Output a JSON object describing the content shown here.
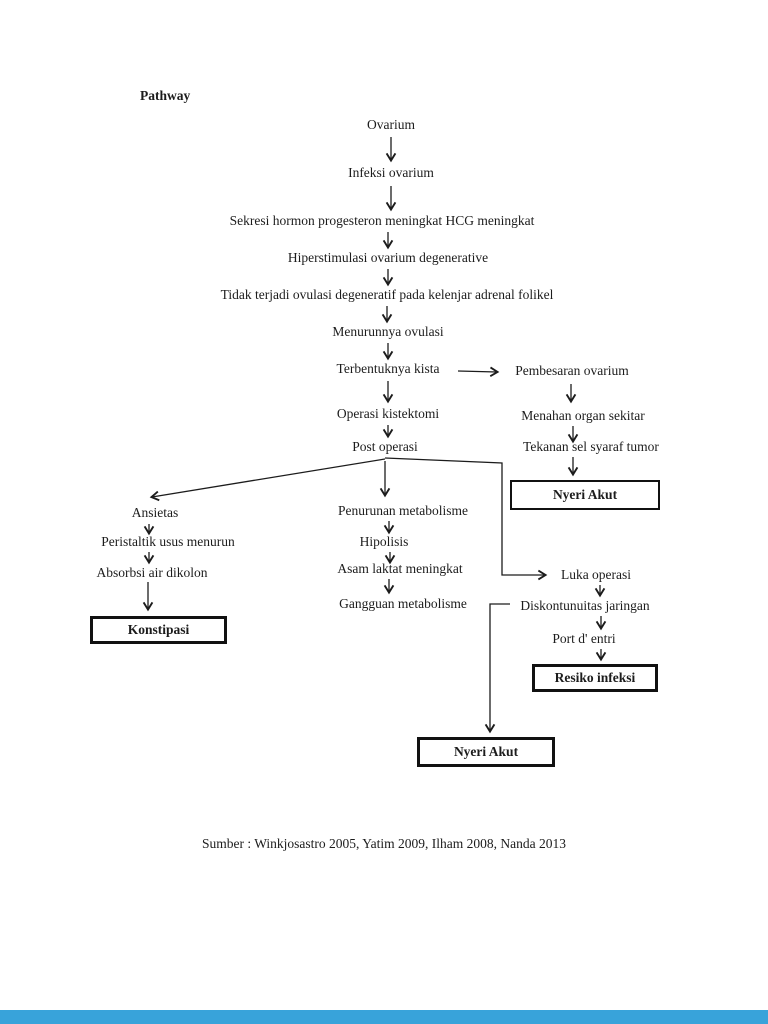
{
  "page": {
    "title": "Pathway"
  },
  "flow": {
    "ovarium": "Ovarium",
    "infeksi_ovarium": "Infeksi ovarium",
    "sekresi": "Sekresi hormon progesteron meningkat HCG meningkat",
    "hiperstimulasi": "Hiperstimulasi ovarium degenerative",
    "tidak_terjadi": "Tidak terjadi ovulasi degeneratif pada kelenjar adrenal folikel",
    "menurunnya_ovulasi": "Menurunnya ovulasi",
    "terbentuknya_kista": "Terbentuknya kista",
    "pembesaran_ovarium": "Pembesaran ovarium",
    "operasi_kistektomi": "Operasi kistektomi",
    "menahan_organ": "Menahan organ sekitar",
    "post_operasi": "Post operasi",
    "tekanan_sel": "Tekanan sel syaraf tumor",
    "nyeri_akut_right": "Nyeri Akut",
    "ansietas": "Ansietas",
    "peristaltik": "Peristaltik usus menurun",
    "absorbsi": "Absorbsi air dikolon",
    "konstipasi": "Konstipasi",
    "penurunan_metabolisme": "Penurunan metabolisme",
    "hipolisis": "Hipolisis",
    "asam_laktat": "Asam laktat meningkat",
    "gangguan_metabolisme": "Gangguan metabolisme",
    "luka_operasi": "Luka operasi",
    "diskontunuitas": "Diskontunuitas jaringan",
    "port_dentri": "Port d' entri",
    "resiko_infeksi": "Resiko infeksi",
    "nyeri_akut_bottom": "Nyeri Akut"
  },
  "footer": {
    "source": "Sumber : Winkjosastro 2005, Yatim 2009, Ilham 2008, Nanda 2013"
  },
  "colors": {
    "ink": "#1c1c1c",
    "page_background": "#ffffff",
    "bottom_bar": "#38a3da"
  }
}
